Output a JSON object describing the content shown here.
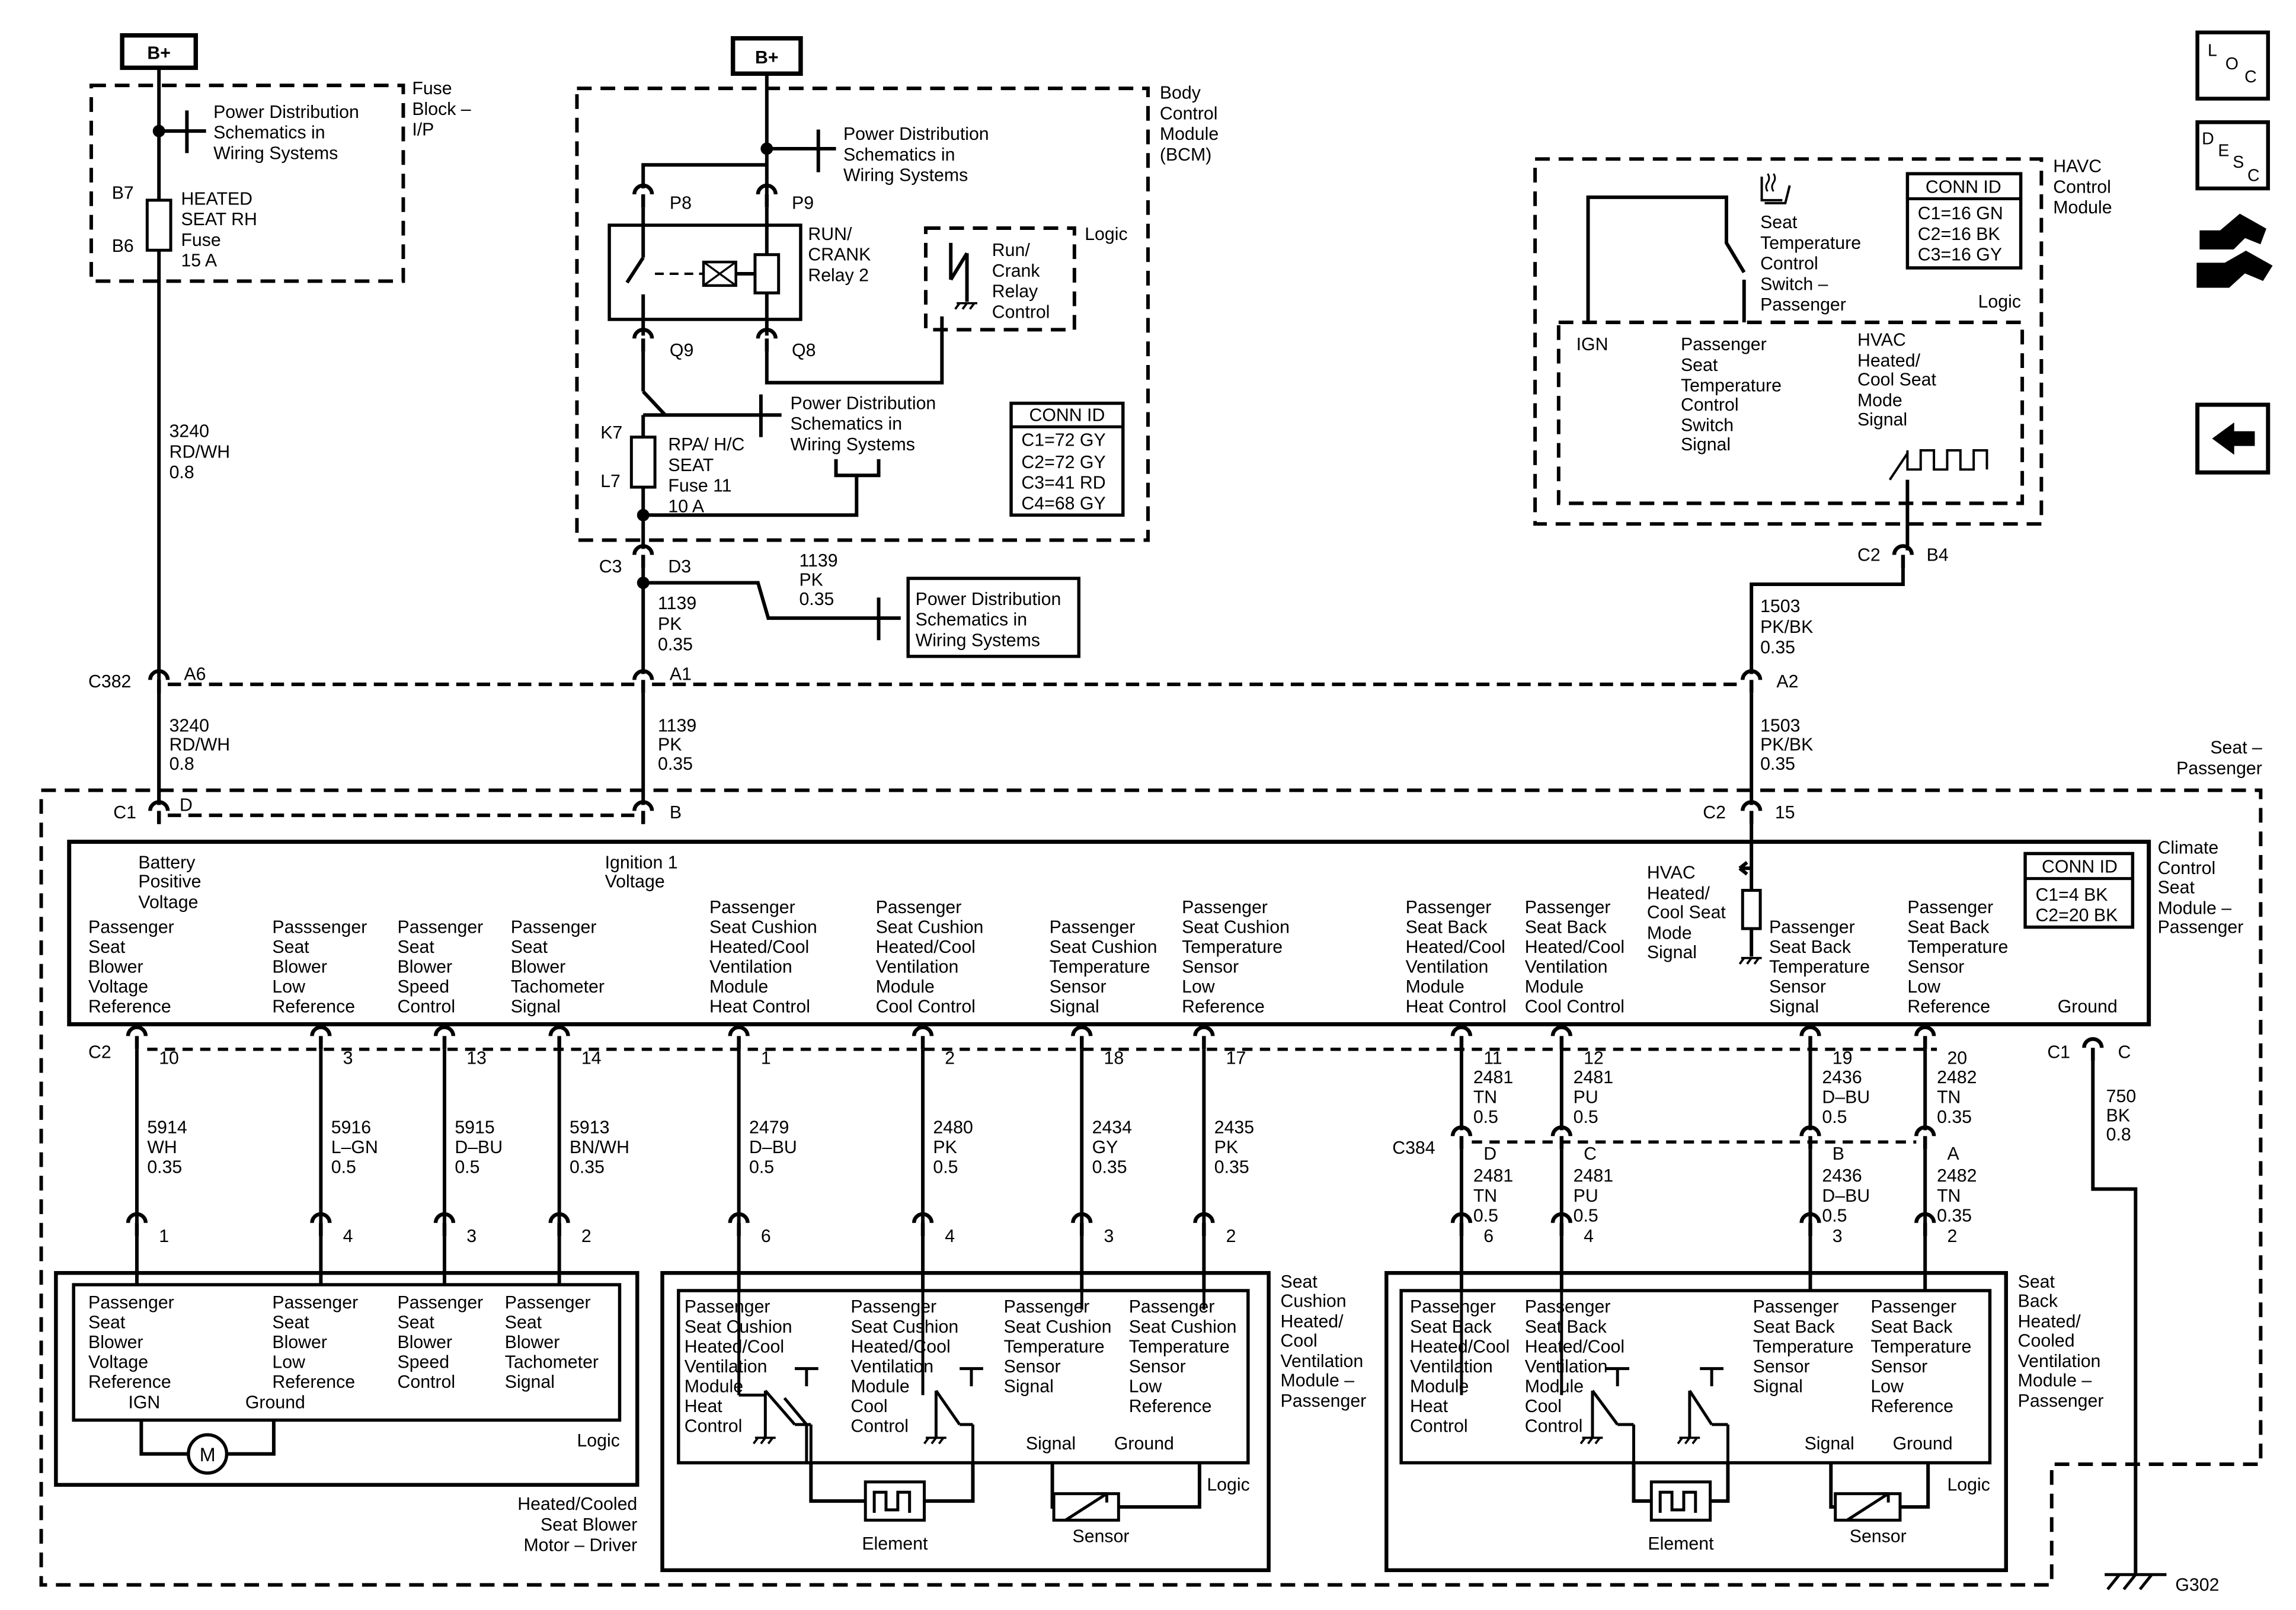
{
  "labels": {
    "bplus_1": "B+",
    "bplus_2": "B+",
    "fuseblock": [
      "Fuse",
      "Block –",
      "I/P"
    ],
    "pds_1": [
      "Power Distribution",
      "Schematics in",
      "Wiring Systems"
    ],
    "pds_2": [
      "Power Distribution",
      "Schematics in",
      "Wiring Systems"
    ],
    "pds_3": [
      "Power Distribution",
      "Schematics in",
      "Wiring Systems"
    ],
    "pds_4": [
      "Power Distribution",
      "Schematics in",
      "Wiring Systems"
    ],
    "b7": "B7",
    "b6": "B6",
    "fuse_rh": [
      "HEATED",
      "SEAT RH",
      "Fuse",
      "15 A"
    ],
    "bcm": [
      "Body",
      "Control",
      "Module",
      "(BCM)"
    ],
    "p8": "P8",
    "p9": "P9",
    "q9": "Q9",
    "q8": "Q8",
    "run_relay": [
      "RUN/",
      "CRANK",
      "Relay 2"
    ],
    "logic": "Logic",
    "relay_ctrl": [
      "Run/",
      "Crank",
      "Relay",
      "Control"
    ],
    "k7": "K7",
    "l7": "L7",
    "rpa_fuse": [
      "RPA/ H/C",
      "SEAT",
      "Fuse 11",
      "10 A"
    ],
    "conn_id": "CONN ID",
    "bcm_conn": [
      "C1=72 GY",
      "C2=72 GY",
      "C3=41 RD",
      "C4=68 GY"
    ],
    "hvac_conn": [
      "C1=16 GN",
      "C2=16 BK",
      "C3=16 GY"
    ],
    "climate_conn": [
      "C1=4 BK",
      "C2=20 BK"
    ],
    "hvac_module": [
      "HAVC",
      "Control",
      "Module"
    ],
    "seat_temp_switch": [
      "Seat",
      "Temperature",
      "Control",
      "Switch –",
      "Passenger"
    ],
    "ign": "IGN",
    "pass_switch_signal": [
      "Passenger",
      "Seat",
      "Temperature",
      "Control",
      "Switch",
      "Signal"
    ],
    "hvac_mode_signal": [
      "HVAC",
      "Heated/",
      "Cool Seat",
      "Mode",
      "Signal"
    ],
    "c3": "C3",
    "d3": "D3",
    "c2": "C2",
    "b4": "B4",
    "w1139_a": [
      "1139",
      "PK",
      "0.35"
    ],
    "w1139_b": [
      "1139",
      "PK",
      "0.35"
    ],
    "w1139_c": [
      "1139",
      "PK",
      "0.35"
    ],
    "w3240_a": [
      "3240",
      "RD/WH",
      "0.8"
    ],
    "w3240_b": [
      "3240",
      "RD/WH",
      "0.8"
    ],
    "w1503_a": [
      "1503",
      "PK/BK",
      "0.35"
    ],
    "w1503_b": [
      "1503",
      "PK/BK",
      "0.35"
    ],
    "c382": "C382",
    "a6": "A6",
    "a1": "A1",
    "a2": "A2",
    "seat_pass": [
      "Seat –",
      "Passenger"
    ],
    "c1": "C1",
    "pin_d": "D",
    "pin_b": "B",
    "c2b": "C2",
    "pin_15": "15",
    "climate_module": [
      "Climate",
      "Control",
      "Seat",
      "Module –",
      "Passenger"
    ],
    "batt_volt": [
      "Battery",
      "Positive",
      "Voltage"
    ],
    "ign1_volt": [
      "Ignition 1",
      "Voltage"
    ],
    "hvac_mode_signal_2": [
      "HVAC",
      "Heated/",
      "Cool Seat",
      "Mode",
      "Signal"
    ],
    "cm_labels": [
      [
        "Passenger",
        "Seat",
        "Blower",
        "Voltage",
        "Reference"
      ],
      [
        "Passsenger",
        "Seat",
        "Blower",
        "Low",
        "Reference"
      ],
      [
        "Passenger",
        "Seat",
        "Blower",
        "Speed",
        "Control"
      ],
      [
        "Passenger",
        "Seat",
        "Blower",
        "Tachometer",
        "Signal"
      ],
      [
        "Passenger",
        "Seat Cushion",
        "Heated/Cool",
        "Ventilation",
        "Module",
        "Heat Control"
      ],
      [
        "Passenger",
        "Seat Cushion",
        "Heated/Cool",
        "Ventilation",
        "Module",
        "Cool Control"
      ],
      [
        "Passenger",
        "Seat Cushion",
        "Temperature",
        "Sensor",
        "Signal"
      ],
      [
        "Passenger",
        "Seat Cushion",
        "Temperature",
        "Sensor",
        "Low",
        "Reference"
      ],
      [
        "Passenger",
        "Seat Back",
        "Heated/Cool",
        "Ventilation",
        "Module",
        "Heat Control"
      ],
      [
        "Passenger",
        "Seat Back",
        "Heated/Cool",
        "Ventilation",
        "Module",
        "Cool Control"
      ],
      [
        "Passenger",
        "Seat Back",
        "Temperature",
        "Sensor",
        "Signal"
      ],
      [
        "Passenger",
        "Seat Back",
        "Temperature",
        "Sensor",
        "Low",
        "Reference"
      ]
    ],
    "ground": "Ground",
    "c2c": "C2",
    "c1c": "C1",
    "pin_c": "C",
    "pins_top": [
      "10",
      "3",
      "13",
      "14",
      "1",
      "2",
      "18",
      "17",
      "11",
      "12",
      "19",
      "20"
    ],
    "wires": [
      [
        "5914",
        "WH",
        "0.35"
      ],
      [
        "5916",
        "L–GN",
        "0.5"
      ],
      [
        "5915",
        "D–BU",
        "0.5"
      ],
      [
        "5913",
        "BN/WH",
        "0.35"
      ],
      [
        "2479",
        "D–BU",
        "0.5"
      ],
      [
        "2480",
        "PK",
        "0.5"
      ],
      [
        "2434",
        "GY",
        "0.35"
      ],
      [
        "2435",
        "PK",
        "0.35"
      ],
      [
        "2481",
        "TN",
        "0.5"
      ],
      [
        "2481",
        "PU",
        "0.5"
      ],
      [
        "2436",
        "D–BU",
        "0.5"
      ],
      [
        "2482",
        "TN",
        "0.35"
      ]
    ],
    "wires_lower": [
      [
        "2481",
        "TN",
        "0.5"
      ],
      [
        "2481",
        "PU",
        "0.5"
      ],
      [
        "2436",
        "D–BU",
        "0.5"
      ],
      [
        "2482",
        "TN",
        "0.35"
      ]
    ],
    "w750": [
      "750",
      "BK",
      "0.8"
    ],
    "c384": "C384",
    "c384_pins": [
      "D",
      "C",
      "B",
      "A"
    ],
    "pins_bottom": [
      "1",
      "4",
      "3",
      "2",
      "6",
      "4",
      "3",
      "2",
      "6",
      "4",
      "3",
      "2"
    ],
    "motor_labels": [
      [
        "Passenger",
        "Seat",
        "Blower",
        "Voltage",
        "Reference",
        "IGN"
      ],
      [
        "Passenger",
        "Seat",
        "Blower",
        "Low",
        "Reference",
        "Ground"
      ],
      [
        "Passenger",
        "Seat",
        "Blower",
        "Speed",
        "Control"
      ],
      [
        "Passenger",
        "Seat",
        "Blower",
        "Tachometer",
        "Signal"
      ]
    ],
    "motor_m": "M",
    "motor_name": [
      "Heated/Cooled",
      "Seat Blower",
      "Motor – Driver"
    ],
    "cushion_labels": [
      [
        "Passenger",
        "Seat Cushion",
        "Heated/Cool",
        "Ventilation",
        "Module",
        "Heat",
        "Control"
      ],
      [
        "Passenger",
        "Seat Cushion",
        "Heated/Cool",
        "Ventilation",
        "Module",
        "Cool",
        "Control"
      ],
      [
        "Passenger",
        "Seat Cushion",
        "Temperature",
        "Sensor",
        "Signal"
      ],
      [
        "Passenger",
        "Seat Cushion",
        "Temperature",
        "Sensor",
        "Low",
        "Reference"
      ]
    ],
    "cushion_name": [
      "Seat",
      "Cushion",
      "Heated/",
      "Cool",
      "Ventilation",
      "Module –",
      "Passenger"
    ],
    "back_labels": [
      [
        "Passenger",
        "Seat Back",
        "Heated/Cool",
        "Ventilation",
        "Module",
        "Heat",
        "Control"
      ],
      [
        "Passenger",
        "Seat Back",
        "Heated/Cool",
        "Ventilation",
        "Module",
        "Cool",
        "Control"
      ],
      [
        "Passenger",
        "Seat Back",
        "Temperature",
        "Sensor",
        "Signal"
      ],
      [
        "Passenger",
        "Seat Back",
        "Temperature",
        "Sensor",
        "Low",
        "Reference"
      ]
    ],
    "back_name": [
      "Seat",
      "Back",
      "Heated/",
      "Cooled",
      "Ventilation",
      "Module –",
      "Passenger"
    ],
    "signal": "Signal",
    "element": "Element",
    "sensor": "Sensor",
    "g302": "G302"
  },
  "nav": {
    "loc": [
      "L",
      "O",
      "C"
    ],
    "desc": [
      "D",
      "E",
      "S",
      "C"
    ]
  },
  "icons": [
    "loc-icon",
    "desc-icon",
    "connector-icon",
    "back-arrow-icon",
    "ground-icon",
    "motor-icon",
    "heating-element-icon",
    "temperature-sensor-icon",
    "seat-heater-icon"
  ]
}
